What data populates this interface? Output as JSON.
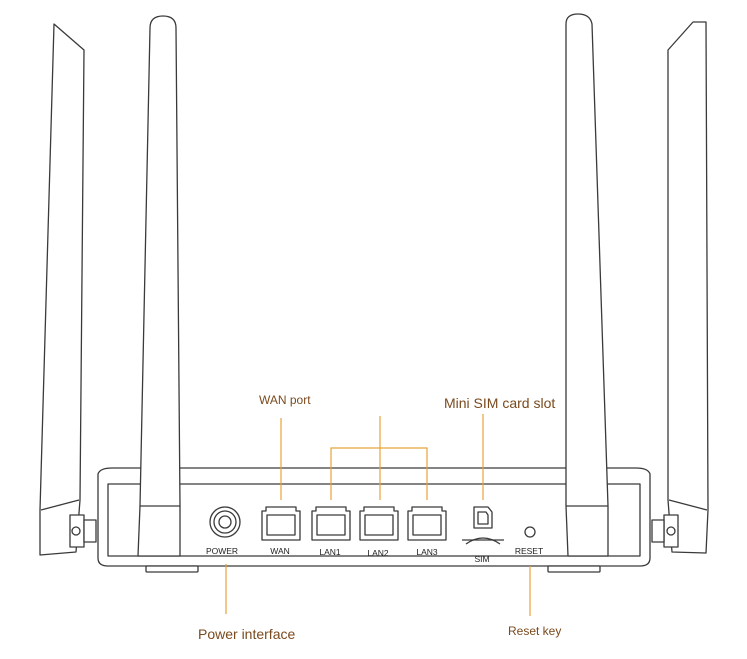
{
  "callouts": {
    "wan_port": "WAN port",
    "sim_slot": "Mini SIM card slot",
    "power_interface": "Power interface",
    "reset_key": "Reset key"
  },
  "ports": {
    "power": "POWER",
    "wan": "WAN",
    "lan1": "LAN1",
    "lan2": "LAN2",
    "lan3": "LAN3",
    "sim": "SIM",
    "reset": "RESET"
  },
  "colors": {
    "leader_line": "#e8a33a",
    "outline": "#3a3a3a",
    "callout_text": "#7a4a1e"
  }
}
